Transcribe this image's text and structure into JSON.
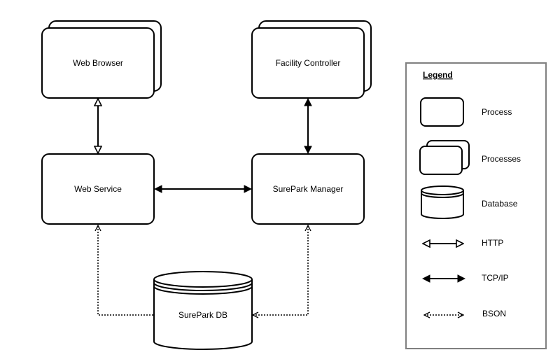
{
  "nodes": {
    "web_browser": "Web Browser",
    "facility_controller": "Facility Controller",
    "web_service": "Web Service",
    "surepark_manager": "SurePark Manager",
    "surepark_db": "SurePark DB"
  },
  "legend": {
    "title": "Legend",
    "process": "Process",
    "processes": "Processes",
    "database": "Database",
    "http": "HTTP",
    "tcpip": "TCP/IP",
    "bson": "BSON"
  },
  "colors": {
    "stroke": "#000000",
    "fill": "#ffffff",
    "legend_border": "#808080"
  }
}
